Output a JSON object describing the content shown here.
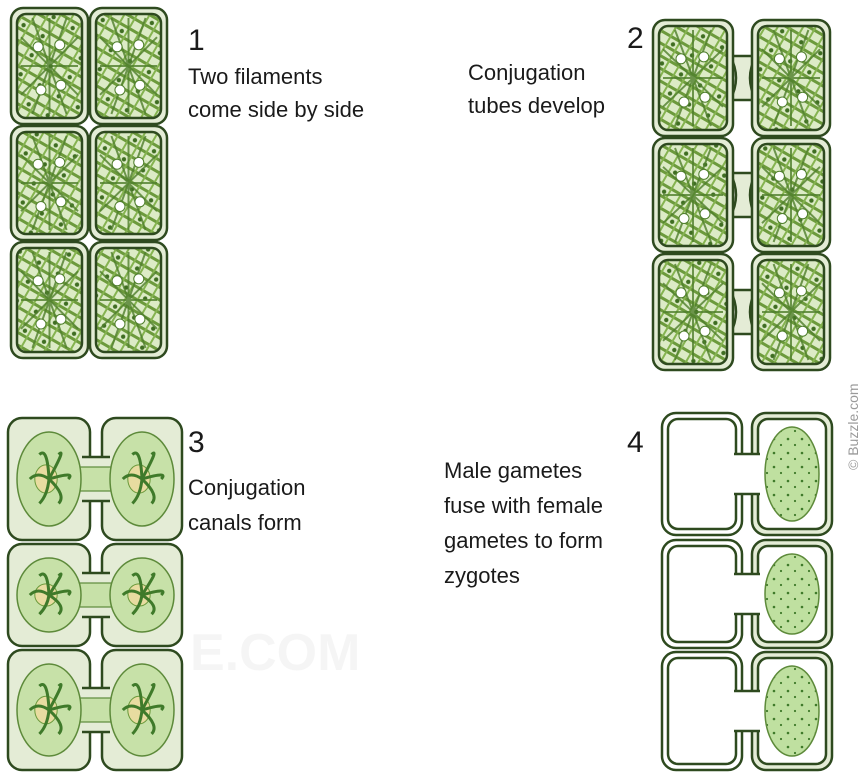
{
  "stages": [
    {
      "number": "1",
      "caption": [
        "Two filaments",
        "come side by side"
      ]
    },
    {
      "number": "2",
      "caption": [
        "Conjugation",
        "tubes develop"
      ]
    },
    {
      "number": "3",
      "caption": [
        "Conjugation",
        "canals form"
      ]
    },
    {
      "number": "4",
      "caption": [
        "Male gametes",
        "fuse with female",
        "gametes to form",
        "zygotes"
      ]
    }
  ],
  "watermark": "© Buzzle.com",
  "background_watermark": "E.COM",
  "colors": {
    "cell_wall": "#2e4a1f",
    "wall_fill": "#e4ecd6",
    "cytoplasm": "#c7e1a8",
    "chloroplast": "#6c9a3c",
    "zygote": "#bfe0a0",
    "pyrenoid": "#e8dca0"
  }
}
